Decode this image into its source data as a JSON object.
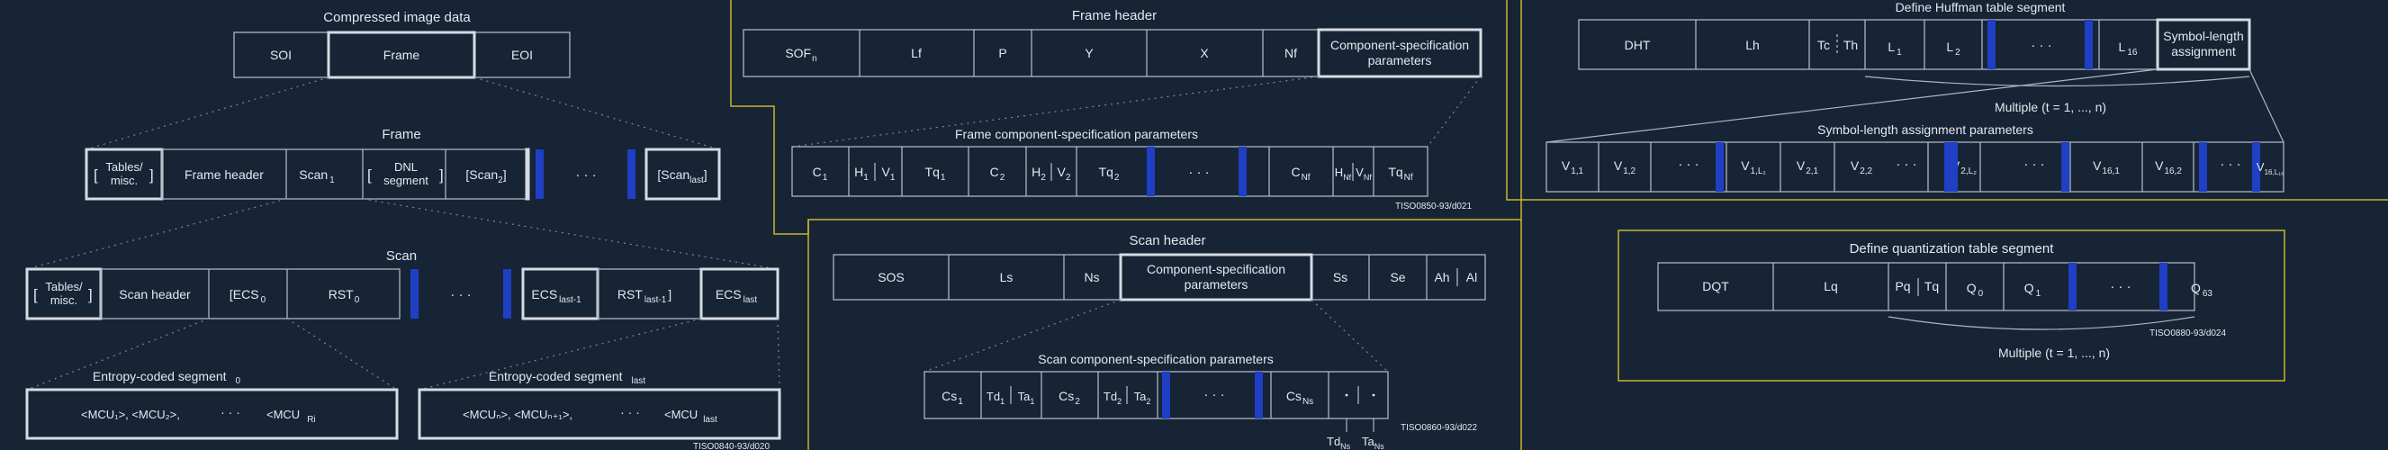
{
  "compressed": {
    "title": "Compressed image data",
    "soi": "SOI",
    "frame": "Frame",
    "eoi": "EOI"
  },
  "frame": {
    "title": "Frame",
    "tables_a": "Tables/",
    "tables_b": "misc.",
    "lb": "[",
    "rb": "]",
    "header": "Frame header",
    "scan1": "Scan",
    "scan1_sub": "1",
    "dnl_a": "DNL",
    "dnl_b": "segment",
    "scan2_open": "[Scan",
    "scan2_sub": "2",
    "scan2_close": "]",
    "ellipsis": "· · ·",
    "scanlast_open": "[Scan",
    "scanlast_sub": "last",
    "scanlast_close": "]"
  },
  "scan": {
    "title": "Scan",
    "tables_a": "Tables/",
    "tables_b": "misc.",
    "lb": "[",
    "rb": "]",
    "header": "Scan header",
    "ecs0_open": "[ECS",
    "ecs0_sub": "0",
    "rst0": "RST",
    "rst0_sub": "0",
    "ellipsis": "· · ·",
    "ecs_l1": "ECS",
    "ecs_l1_sub": "last-1",
    "rst_l1": "RST",
    "rst_l1_sub": "last-1",
    "rst_l1_close": "]",
    "ecs_last": "ECS",
    "ecs_last_sub": "last"
  },
  "ecs0": {
    "title": "Entropy-coded segment",
    "title_sub": "0",
    "content": "<MCU₁>, <MCU₂>,",
    "dots": "· · ·",
    "mcu_end": "<MCU",
    "mcu_end_sub": "Ri"
  },
  "ecslast": {
    "title": "Entropy-coded segment",
    "title_sub": "last",
    "content": "<MCUₙ>, <MCUₙ₊₁>,",
    "dots": "· · ·",
    "mcu_end": "<MCU",
    "mcu_end_sub": "last"
  },
  "fig1_id": "TISO0840-93/d020",
  "frame_header": {
    "title": "Frame header",
    "sof": "SOF",
    "sof_sub": "n",
    "lf": "Lf",
    "p": "P",
    "y": "Y",
    "x": "X",
    "nf": "Nf",
    "csp_a": "Component-specification",
    "csp_b": "parameters"
  },
  "frame_comp": {
    "title": "Frame component-specification parameters",
    "c1": "C",
    "c1_sub": "1",
    "h1": "H",
    "h1_sub": "1",
    "v1": "V",
    "v1_sub": "1",
    "tq1": "Tq",
    "tq1_sub": "1",
    "c2": "C",
    "c2_sub": "2",
    "h2": "H",
    "h2_sub": "2",
    "v2": "V",
    "v2_sub": "2",
    "tq2": "Tq",
    "tq2_sub": "2",
    "ellipsis": "· · ·",
    "cnf": "C",
    "cnf_sub": "Nf",
    "hnf": "H",
    "hnf_sub": "Nf",
    "vnf": "V",
    "vnf_sub": "Nf",
    "tqnf": "Tq",
    "tqnf_sub": "Nf"
  },
  "fig2_id": "TISO0850-93/d021",
  "scan_header": {
    "title": "Scan header",
    "sos": "SOS",
    "ls": "Ls",
    "ns": "Ns",
    "csp_a": "Component-specification",
    "csp_b": "parameters",
    "ss": "Ss",
    "se": "Se",
    "ah": "Ah",
    "al": "Al"
  },
  "scan_comp": {
    "title": "Scan component-specification parameters",
    "cs1": "Cs",
    "cs1_sub": "1",
    "td1": "Td",
    "td1_sub": "1",
    "ta1": "Ta",
    "ta1_sub": "1",
    "cs2": "Cs",
    "cs2_sub": "2",
    "td2": "Td",
    "td2_sub": "2",
    "ta2": "Ta",
    "ta2_sub": "2",
    "ellipsis": "· · ·",
    "csns": "Cs",
    "csns_sub": "Ns",
    "tdns": "Td",
    "tdns_sub": "Ns",
    "tans": "Ta",
    "tans_sub": "Ns"
  },
  "fig3_id": "TISO0860-93/d022",
  "dht": {
    "title": "Define Huffman table segment",
    "dht": "DHT",
    "lh": "Lh",
    "tc": "Tc",
    "th": "Th",
    "l1": "L",
    "l1_sub": "1",
    "l2": "L",
    "l2_sub": "2",
    "ellipsis": "· · ·",
    "l16": "L",
    "l16_sub": "16",
    "sla_a": "Symbol-length",
    "sla_b": "assignment",
    "multiple": "Multiple (t = 1, ..., n)"
  },
  "sla": {
    "title": "Symbol-length assignment parameters",
    "v11": "V",
    "v11_sub": "1,1",
    "v12": "V",
    "v12_sub": "1,2",
    "ellipsis": "· · ·",
    "v1l": "V",
    "v1l_sub": "1,L₁",
    "v21": "V",
    "v21_sub": "2,1",
    "v22": "V",
    "v22_sub": "2,2",
    "v2l": "V",
    "v2l_sub": "2,L₂",
    "v161": "V",
    "v161_sub": "16,1",
    "v162": "V",
    "v162_sub": "16,2",
    "v16l": "V",
    "v16l_sub": "16,L₁₆"
  },
  "dqt": {
    "title": "Define quantization table segment",
    "dqt": "DQT",
    "lq": "Lq",
    "pq": "Pq",
    "tq": "Tq",
    "q0": "Q",
    "q0_sub": "0",
    "q1": "Q",
    "q1_sub": "1",
    "ellipsis": "· · ·",
    "q63": "Q",
    "q63_sub": "63",
    "multiple": "Multiple (t = 1, ..., n)"
  },
  "fig4_id": "TISO0880-93/d024"
}
